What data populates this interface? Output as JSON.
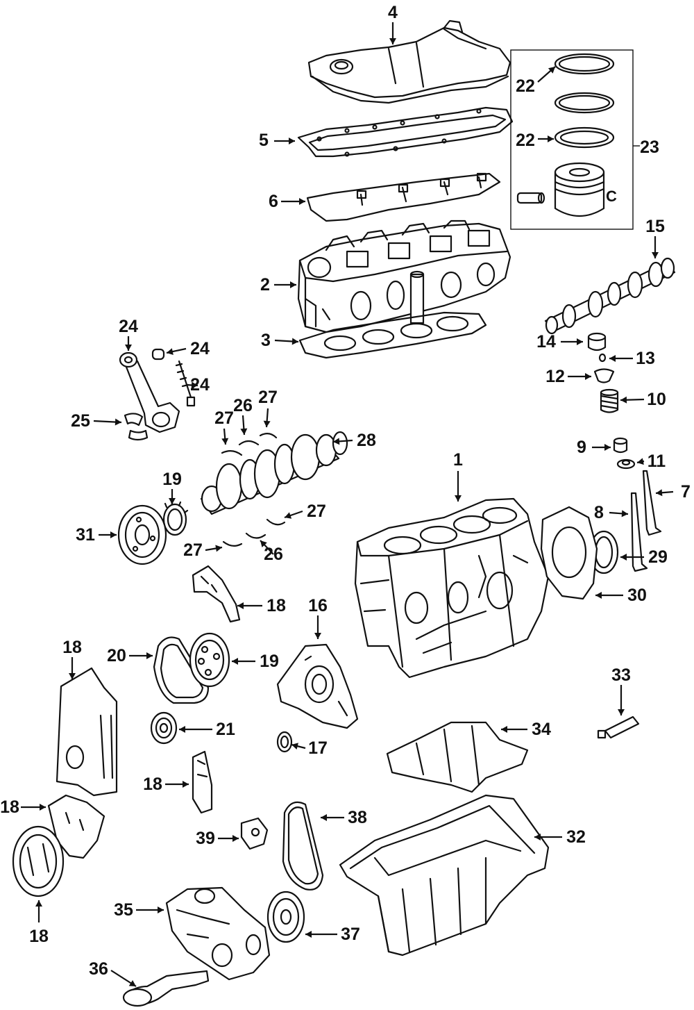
{
  "diagram": {
    "callouts": [
      {
        "id": "c4",
        "text": "4"
      },
      {
        "id": "c5",
        "text": "5"
      },
      {
        "id": "c6",
        "text": "6"
      },
      {
        "id": "c2",
        "text": "2"
      },
      {
        "id": "c3",
        "text": "3"
      },
      {
        "id": "c22a",
        "text": "22"
      },
      {
        "id": "c22b",
        "text": "22"
      },
      {
        "id": "c23",
        "text": "23"
      },
      {
        "id": "cC",
        "text": "C"
      },
      {
        "id": "c15",
        "text": "15"
      },
      {
        "id": "c14",
        "text": "14"
      },
      {
        "id": "c13",
        "text": "13"
      },
      {
        "id": "c12",
        "text": "12"
      },
      {
        "id": "c10",
        "text": "10"
      },
      {
        "id": "c9",
        "text": "9"
      },
      {
        "id": "c11",
        "text": "11"
      },
      {
        "id": "c7",
        "text": "7"
      },
      {
        "id": "c8",
        "text": "8"
      },
      {
        "id": "c1",
        "text": "1"
      },
      {
        "id": "c29",
        "text": "29"
      },
      {
        "id": "c30",
        "text": "30"
      },
      {
        "id": "c24a",
        "text": "24"
      },
      {
        "id": "c24b",
        "text": "24"
      },
      {
        "id": "c24c",
        "text": "24"
      },
      {
        "id": "c25",
        "text": "25"
      },
      {
        "id": "c27a",
        "text": "27"
      },
      {
        "id": "c26a",
        "text": "26"
      },
      {
        "id": "c27b",
        "text": "27"
      },
      {
        "id": "c28",
        "text": "28"
      },
      {
        "id": "c19a",
        "text": "19"
      },
      {
        "id": "c31",
        "text": "31"
      },
      {
        "id": "c27c",
        "text": "27"
      },
      {
        "id": "c27d",
        "text": "27"
      },
      {
        "id": "c26b",
        "text": "26"
      },
      {
        "id": "c18a",
        "text": "18"
      },
      {
        "id": "c16",
        "text": "16"
      },
      {
        "id": "c18b",
        "text": "18"
      },
      {
        "id": "c20",
        "text": "20"
      },
      {
        "id": "c19b",
        "text": "19"
      },
      {
        "id": "c21",
        "text": "21"
      },
      {
        "id": "c17",
        "text": "17"
      },
      {
        "id": "c33",
        "text": "33"
      },
      {
        "id": "c34",
        "text": "34"
      },
      {
        "id": "c18c",
        "text": "18"
      },
      {
        "id": "c18d",
        "text": "18"
      },
      {
        "id": "c18e",
        "text": "18"
      },
      {
        "id": "c39",
        "text": "39"
      },
      {
        "id": "c38",
        "text": "38"
      },
      {
        "id": "c32",
        "text": "32"
      },
      {
        "id": "c35",
        "text": "35"
      },
      {
        "id": "c37",
        "text": "37"
      },
      {
        "id": "c36",
        "text": "36"
      }
    ]
  }
}
